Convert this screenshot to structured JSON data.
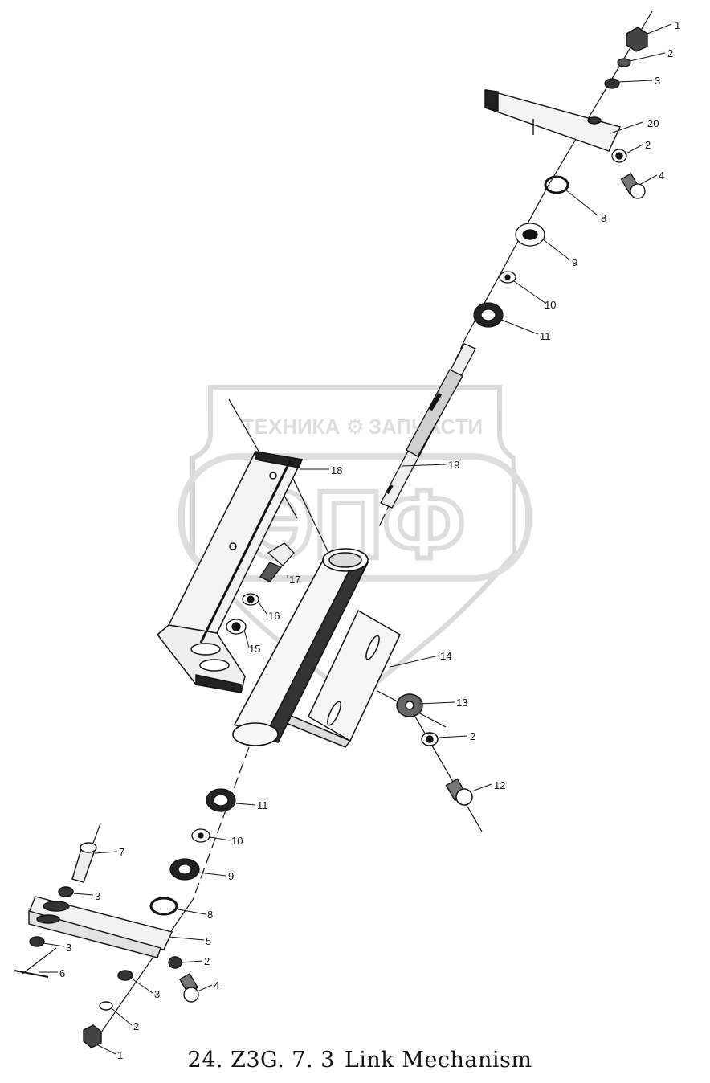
{
  "caption": {
    "code": "24. Z3G. 7. 3",
    "title": "Link Mechanism"
  },
  "watermark": {
    "top_text_left": "ТЕХНИКА",
    "top_text_right": "ЗАПЧАСТИ",
    "logo_letters": "ЭПФ"
  },
  "parts": [
    "1",
    "2",
    "3",
    "20",
    "2",
    "4",
    "8",
    "9",
    "10",
    "11",
    "19",
    "18",
    "17",
    "16",
    "15",
    "14",
    "13",
    "2",
    "12",
    "11",
    "10",
    "9",
    "8",
    "7",
    "3",
    "5",
    "3",
    "2",
    "4",
    "6",
    "3",
    "2",
    "1"
  ],
  "colors": {
    "ink": "#111111",
    "watermark": "#c8c8c8"
  }
}
